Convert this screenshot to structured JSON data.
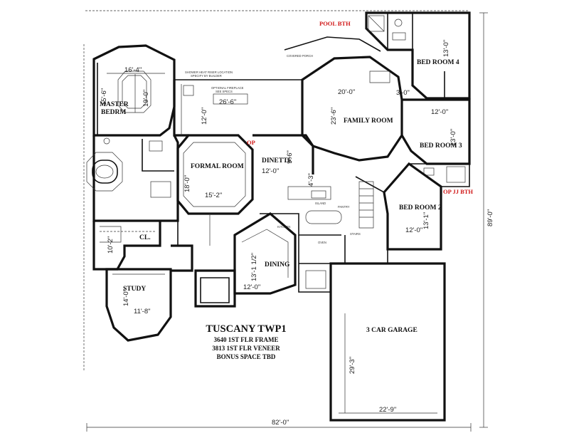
{
  "plan_title": "TUSCANY TWP1",
  "plan_lines": [
    "3640 1ST FLR FRAME",
    "3813 1ST FLR VENEER",
    "BONUS SPACE TBD"
  ],
  "callouts": {
    "pool_bath": "POOL BTH",
    "op": "OP",
    "op_jj_bath": "OP JJ BTH"
  },
  "rooms": {
    "master": [
      "MASTER",
      "BEDRM"
    ],
    "formal": "FORMAL ROOM",
    "dinette": "DINETTE",
    "family": "FAMILY ROOM",
    "bed4": "BED ROOM 4",
    "bed3": "BED ROOM 3",
    "bed2": "BED ROOM 2",
    "closet": "CL.",
    "dining": "DINING",
    "study": "STUDY",
    "garage": "3 CAR GARAGE"
  },
  "dimensions": {
    "master_w": "16'-4\"",
    "master_h": "19'-0\"",
    "master_side": "15'-6\"",
    "porch_w": "26'-6\"",
    "porch_h": "12'-0\"",
    "formal_w": "15'-2\"",
    "formal_h": "18'-0\"",
    "dinette_w": "12'-0\"",
    "dinette_h": "9'-6\"",
    "dinette_h2": "4'-3\"",
    "family_w": "20'-0\"",
    "family_h": "23'-6\"",
    "hall": "3'-0\"",
    "bed4_h": "13'-0\"",
    "bed3_w": "12'-0\"",
    "bed3_h": "13'-0\"",
    "bed2_w": "12'-0\"",
    "bed2_h": "13'-1\"",
    "cl_h": "10'-2\"",
    "dining_h": "13'-1 1/2\"",
    "dining_w": "12'-0\"",
    "study_w": "11'-8\"",
    "study_h": "14'-0\"",
    "garage_w": "22'-9\"",
    "garage_h": "29'-3\"",
    "overall_w": "82'-0\"",
    "overall_h": "89'-0\""
  },
  "notes": {
    "n1": "SHOWER HEAT RISER LOCATION",
    "n2": "SPECIFY BY BUILDER",
    "n3": "OPTIONAL FIREPLACE",
    "n4": "SEE SPECS",
    "n5": "COVERED PORCH",
    "n6": "KITCHEN",
    "n7": "ISLAND",
    "n8": "STAIRS",
    "n9": "PANTRY",
    "n10": "OVEN"
  }
}
